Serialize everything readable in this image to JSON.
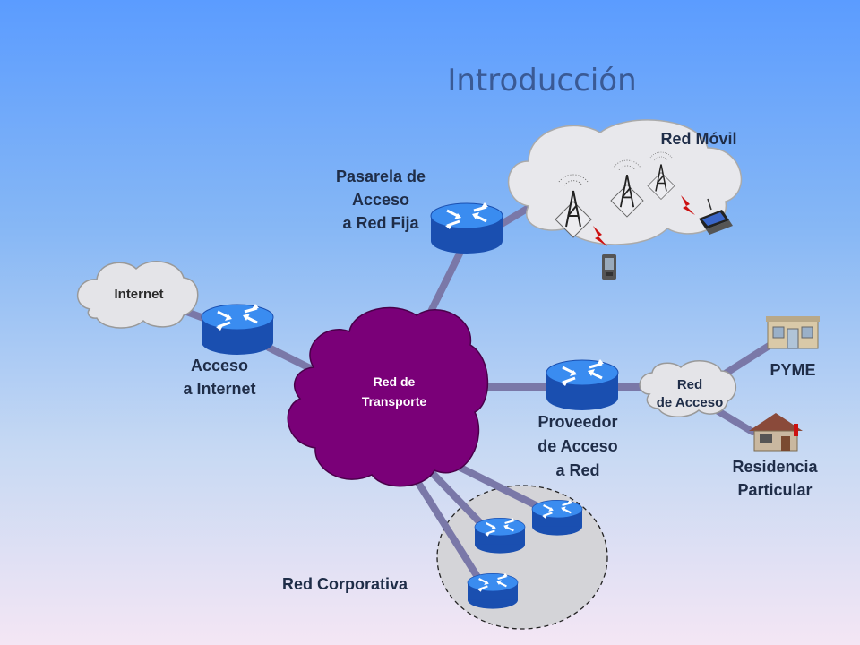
{
  "title": "Introducción",
  "labels": {
    "internet": "Internet",
    "acceso_internet": [
      "Acceso",
      "a Internet"
    ],
    "pasarela": [
      "Pasarela de",
      "Acceso",
      "a Red Fija"
    ],
    "red_movil": "Red Móvil",
    "red_transporte": [
      "Red de",
      "Transporte"
    ],
    "proveedor": [
      "Proveedor",
      "de Acceso",
      "a Red"
    ],
    "red_acceso": [
      "Red",
      "de Acceso"
    ],
    "pyme": "PYME",
    "residencia": [
      "Residencia",
      "Particular"
    ],
    "red_corporativa": "Red Corporativa"
  },
  "colors": {
    "router_top": "#2f7fe8",
    "router_side": "#1a4fb0",
    "transport_cloud": "#7a0078",
    "link": "#7a78a8",
    "cloud_light": "#e6e6ea"
  },
  "icons": [
    "router-icon",
    "cloud-icon",
    "cell-tower-icon",
    "laptop-icon",
    "pda-icon",
    "building-icon",
    "house-icon"
  ]
}
